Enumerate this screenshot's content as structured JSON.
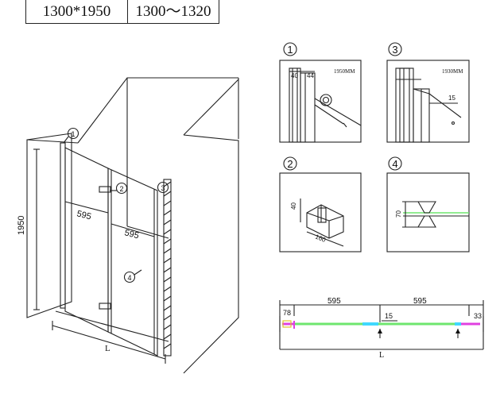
{
  "spec_table": {
    "size": "1300*1950",
    "range": "1300～1320"
  },
  "main_view": {
    "height_label": "1950",
    "panel_left_label": "595",
    "panel_right_label": "595",
    "width_label": "L",
    "callouts": [
      "1",
      "2",
      "3",
      "4"
    ]
  },
  "detail_1": {
    "number": "1",
    "dim_a": "40",
    "dim_b": "44",
    "note": "1950MM"
  },
  "detail_2": {
    "number": "2",
    "dim_a": "40",
    "dim_b": "160"
  },
  "detail_3": {
    "number": "3",
    "dim_a": "15",
    "note": "1930MM"
  },
  "detail_4": {
    "number": "4",
    "dim_a": "70"
  },
  "plan_view": {
    "left_offset": "78",
    "panel_left": "595",
    "panel_right": "595",
    "gap": "15",
    "right_offset": "33",
    "width_label": "L"
  },
  "colors": {
    "line": "#222222",
    "plan_green": "#6ee66e",
    "plan_cyan": "#40d8ff",
    "plan_magenta": "#e040e0"
  }
}
